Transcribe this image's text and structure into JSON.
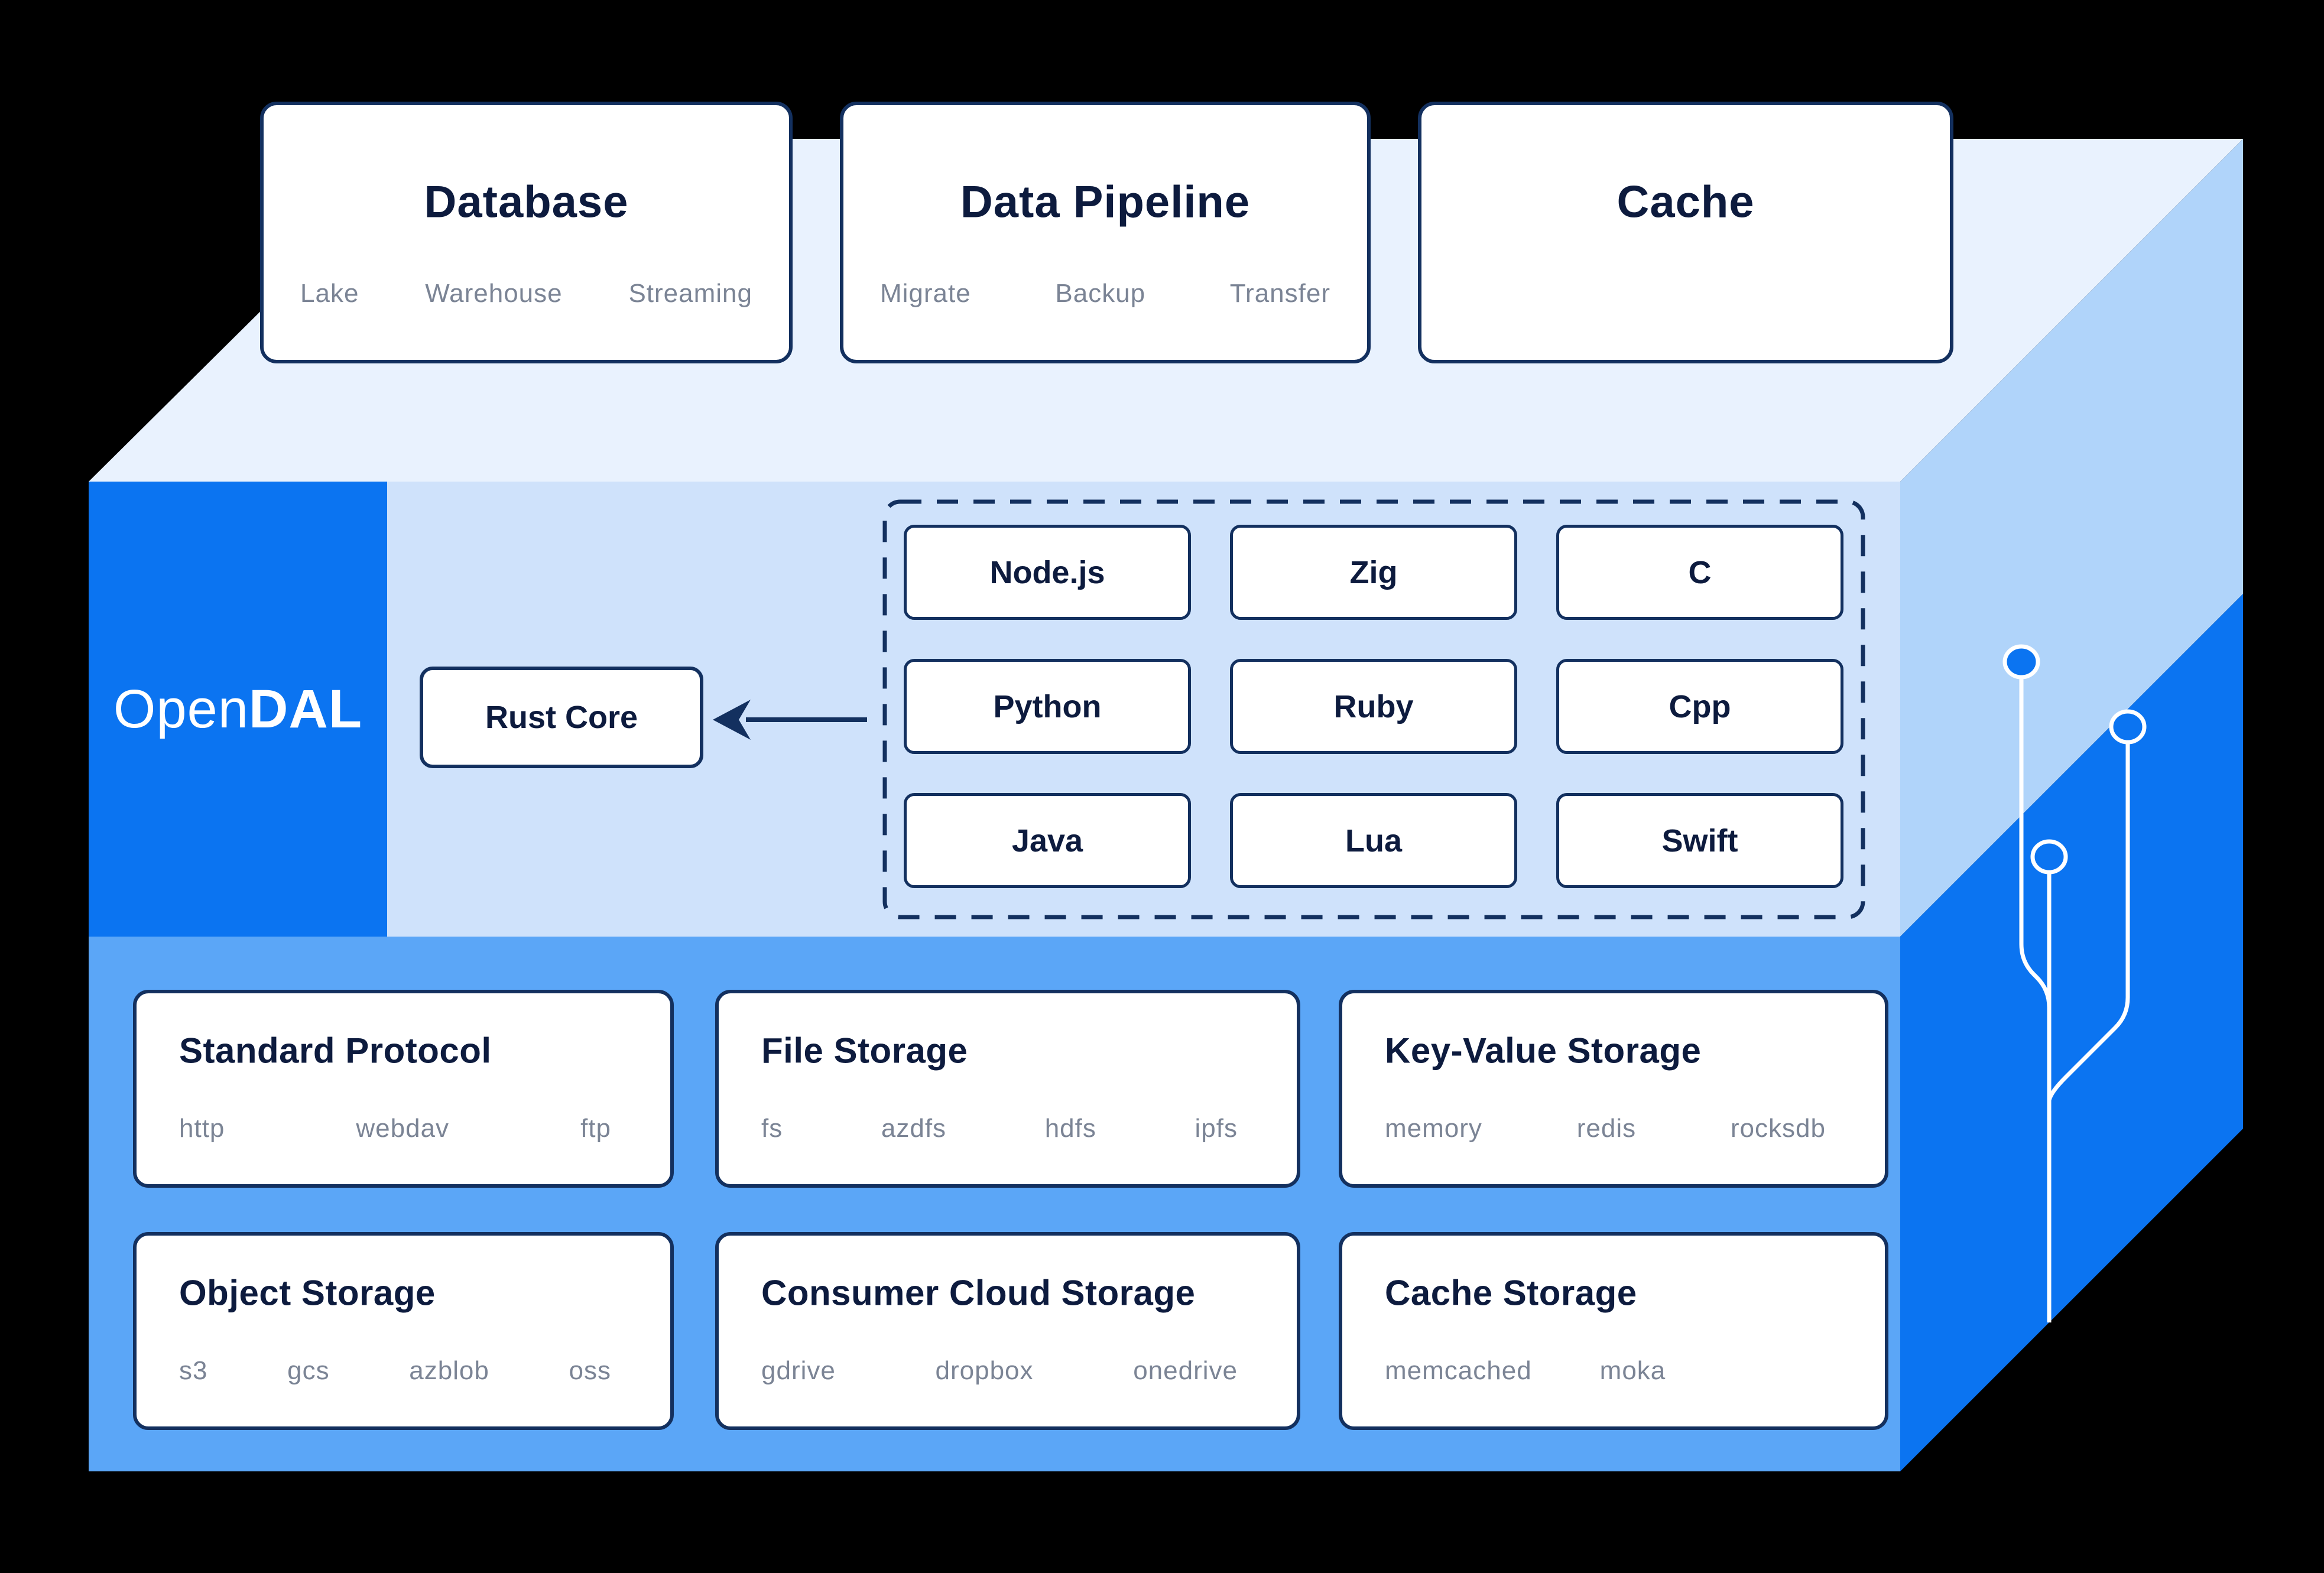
{
  "logo": {
    "prefix": "Open",
    "suffix": "DAL"
  },
  "top_cards": [
    {
      "title": "Database",
      "items": [
        "Lake",
        "Warehouse",
        "Streaming"
      ]
    },
    {
      "title": "Data Pipeline",
      "items": [
        "Migrate",
        "Backup",
        "Transfer"
      ]
    },
    {
      "title": "Cache",
      "items": []
    }
  ],
  "core": {
    "label": "Rust Core"
  },
  "bindings": {
    "items": [
      "Node.js",
      "Zig",
      "C",
      "Python",
      "Ruby",
      "Cpp",
      "Java",
      "Lua",
      "Swift"
    ]
  },
  "storage_cards": [
    {
      "title": "Standard Protocol",
      "items": [
        "http",
        "webdav",
        "ftp"
      ]
    },
    {
      "title": "File Storage",
      "items": [
        "fs",
        "azdfs",
        "hdfs",
        "ipfs"
      ]
    },
    {
      "title": "Key-Value Storage",
      "items": [
        "memory",
        "redis",
        "rocksdb"
      ]
    },
    {
      "title": "Object Storage",
      "items": [
        "s3",
        "gcs",
        "azblob",
        "oss"
      ]
    },
    {
      "title": "Consumer Cloud Storage",
      "items": [
        "gdrive",
        "dropbox",
        "onedrive"
      ]
    },
    {
      "title": "Cache Storage",
      "items": [
        "memcached",
        "moka"
      ]
    }
  ],
  "colors": {
    "background": "#000000",
    "accent_blue": "#0b74f1",
    "bottom_band_blue": "#5ba6f7",
    "middle_band_blue": "#cfe2fb",
    "side_band_blue": "#b0d4fa",
    "top_face_blue": "#e9f2fe",
    "border_navy": "#13305f",
    "title_navy": "#0d1b3e",
    "muted_gray": "#7b8495",
    "card_white": "#ffffff"
  }
}
